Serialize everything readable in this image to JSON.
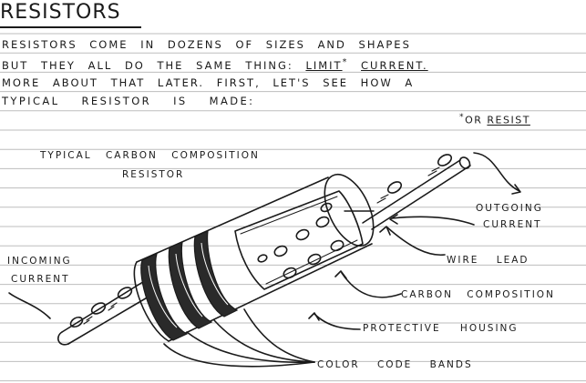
{
  "title": "RESISTORS",
  "paragraph": {
    "line1": "RESISTORS COME IN DOZENS OF SIZES AND SHAPES",
    "line2_pre": "BUT THEY ALL DO THE SAME THING:",
    "line2_limit": "LIMIT",
    "line2_star": "*",
    "line2_current": "CURRENT.",
    "line3": "MORE ABOUT THAT LATER. FIRST, LET'S SEE HOW A",
    "line4": "TYPICAL RESISTOR IS MADE:"
  },
  "footnote": {
    "star": "*",
    "text_pre": "OR",
    "text_word": "RESIST"
  },
  "diagram": {
    "caption_line1": "TYPICAL CARBON COMPOSITION",
    "caption_line2": "RESISTOR",
    "labels": {
      "outgoing_1": "OUTGOING",
      "outgoing_2": "CURRENT",
      "incoming_1": "INCOMING",
      "incoming_2": "CURRENT",
      "wire_lead": "WIRE LEAD",
      "carbon": "CARBON COMPOSITION",
      "housing": "PROTECTIVE HOUSING",
      "bands": "COLOR CODE BANDS"
    }
  }
}
